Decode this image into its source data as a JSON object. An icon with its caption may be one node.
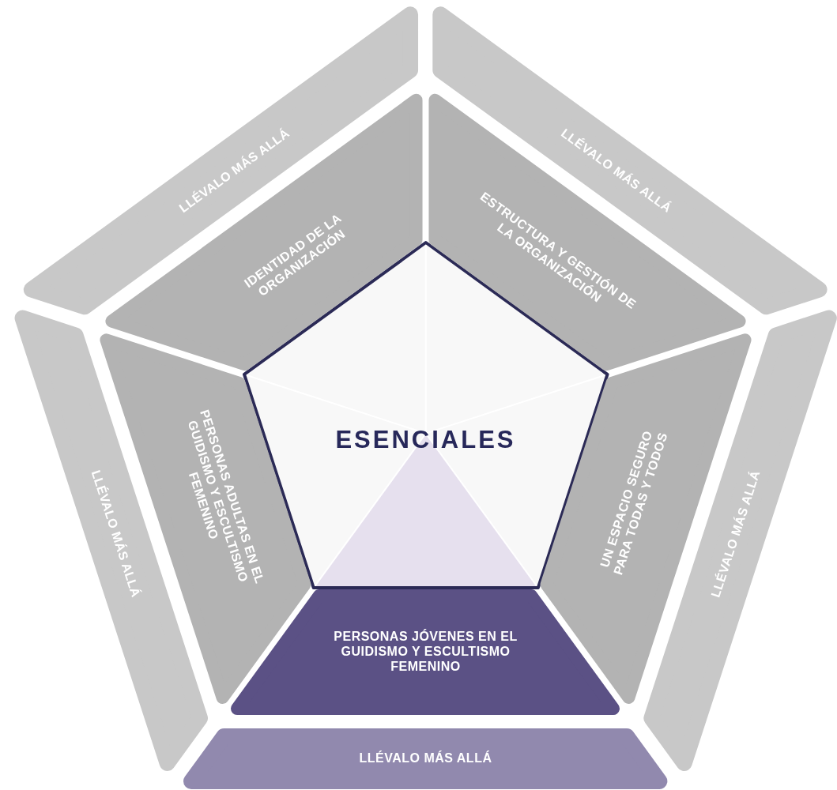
{
  "diagram": {
    "nodes": [
      {
        "text": [
          "ESENCIALES"
        ]
      },
      {
        "text": [
          "LLÉVALO MÁS ALLÁ"
        ]
      },
      {
        "text": [
          "LLÉVALO MÁS ALLÁ"
        ]
      },
      {
        "text": [
          "IDENTIDAD DE LA ORGANIZACIÓN"
        ]
      },
      {
        "text": [
          "ESTRUCTURA Y GESTIÓN DE LA ORGANIZACIÓN"
        ]
      },
      {
        "text": [
          "PERSONAS ADULTAS EN EL GUIDISMO Y ESCULTISMO FEMENINO"
        ]
      },
      {
        "text": [
          "UN ESPACIO SEGURO PARA TODAS Y TODOS"
        ]
      },
      {
        "text": [
          "PERSONAS JÓVENES EN EL GUIDISMO Y ESCULTISMO FEMENINO"
        ]
      },
      {
        "text": [
          "LLÉVALO MÁS ALLÁ"
        ]
      },
      {
        "text": [
          "LLÉVALO MÁS ALLÁ"
        ]
      },
      {
        "text": [
          "LLÉVALO MÁS ALLÁ"
        ]
      }
    ]
  }
}
